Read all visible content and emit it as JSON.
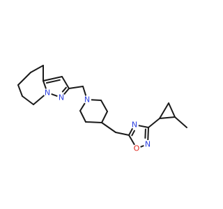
{
  "molecule": {
    "atoms": [
      {
        "id": "ring6_a",
        "element": "C"
      },
      {
        "id": "ring6_b",
        "element": "C"
      },
      {
        "id": "ring6_c",
        "element": "C"
      },
      {
        "id": "ring6_d",
        "element": "C"
      },
      {
        "id": "ring6_e",
        "element": "C"
      },
      {
        "id": "pz_c3a",
        "element": "C"
      },
      {
        "id": "pz_c3",
        "element": "C"
      },
      {
        "id": "pz_c2",
        "element": "C"
      },
      {
        "id": "pz_n1",
        "element": "N",
        "label": "N"
      },
      {
        "id": "pz_n7a",
        "element": "N",
        "label": "N"
      },
      {
        "id": "ch2_a",
        "element": "C"
      },
      {
        "id": "pip_n",
        "element": "N",
        "label": "N"
      },
      {
        "id": "pip_c2",
        "element": "C"
      },
      {
        "id": "pip_c3",
        "element": "C"
      },
      {
        "id": "pip_c4",
        "element": "C"
      },
      {
        "id": "pip_c5",
        "element": "C"
      },
      {
        "id": "pip_c6",
        "element": "C"
      },
      {
        "id": "ch2_b",
        "element": "C"
      },
      {
        "id": "ox_c5",
        "element": "C"
      },
      {
        "id": "ox_n4",
        "element": "N",
        "label": "N"
      },
      {
        "id": "ox_c3",
        "element": "C"
      },
      {
        "id": "ox_n2",
        "element": "N",
        "label": "N"
      },
      {
        "id": "ox_o1",
        "element": "O",
        "label": "O"
      },
      {
        "id": "cp_c1",
        "element": "C"
      },
      {
        "id": "cp_c2",
        "element": "C"
      },
      {
        "id": "cp_c3",
        "element": "C"
      },
      {
        "id": "me",
        "element": "C"
      }
    ],
    "bonds": [
      {
        "a": "ring6_a",
        "b": "ring6_b",
        "order": 1
      },
      {
        "a": "ring6_b",
        "b": "ring6_c",
        "order": 1
      },
      {
        "a": "ring6_c",
        "b": "ring6_d",
        "order": 1
      },
      {
        "a": "ring6_d",
        "b": "ring6_e",
        "order": 1
      },
      {
        "a": "ring6_e",
        "b": "pz_n7a",
        "order": 1
      },
      {
        "a": "ring6_a",
        "b": "pz_c3a",
        "order": 1
      },
      {
        "a": "pz_c3a",
        "b": "pz_n7a",
        "order": 1
      },
      {
        "a": "pz_c3a",
        "b": "pz_c3",
        "order": 2
      },
      {
        "a": "pz_c3",
        "b": "pz_c2",
        "order": 1
      },
      {
        "a": "pz_c2",
        "b": "pz_n1",
        "order": 2
      },
      {
        "a": "pz_n1",
        "b": "pz_n7a",
        "order": 1
      },
      {
        "a": "pz_c2",
        "b": "ch2_a",
        "order": 1
      },
      {
        "a": "ch2_a",
        "b": "pip_n",
        "order": 1
      },
      {
        "a": "pip_n",
        "b": "pip_c2",
        "order": 1
      },
      {
        "a": "pip_c2",
        "b": "pip_c3",
        "order": 1
      },
      {
        "a": "pip_c3",
        "b": "pip_c4",
        "order": 1
      },
      {
        "a": "pip_c4",
        "b": "pip_c5",
        "order": 1
      },
      {
        "a": "pip_c5",
        "b": "pip_c6",
        "order": 1
      },
      {
        "a": "pip_c6",
        "b": "pip_n",
        "order": 1
      },
      {
        "a": "pip_c4",
        "b": "ch2_b",
        "order": 1
      },
      {
        "a": "ch2_b",
        "b": "ox_c5",
        "order": 1
      },
      {
        "a": "ox_c5",
        "b": "ox_n4",
        "order": 2
      },
      {
        "a": "ox_n4",
        "b": "ox_c3",
        "order": 1
      },
      {
        "a": "ox_c3",
        "b": "ox_n2",
        "order": 2
      },
      {
        "a": "ox_n2",
        "b": "ox_o1",
        "order": 1
      },
      {
        "a": "ox_o1",
        "b": "ox_c5",
        "order": 1
      },
      {
        "a": "ox_c3",
        "b": "cp_c1",
        "order": 1
      },
      {
        "a": "cp_c1",
        "b": "cp_c2",
        "order": 1
      },
      {
        "a": "cp_c2",
        "b": "cp_c3",
        "order": 1
      },
      {
        "a": "cp_c3",
        "b": "cp_c1",
        "order": 1
      },
      {
        "a": "cp_c2",
        "b": "me",
        "order": 1
      }
    ],
    "colors": {
      "bond": "#1a1a1a",
      "nitrogen": "#2b3fe0",
      "oxygen": "#e0251b",
      "background": "#ffffff"
    }
  }
}
